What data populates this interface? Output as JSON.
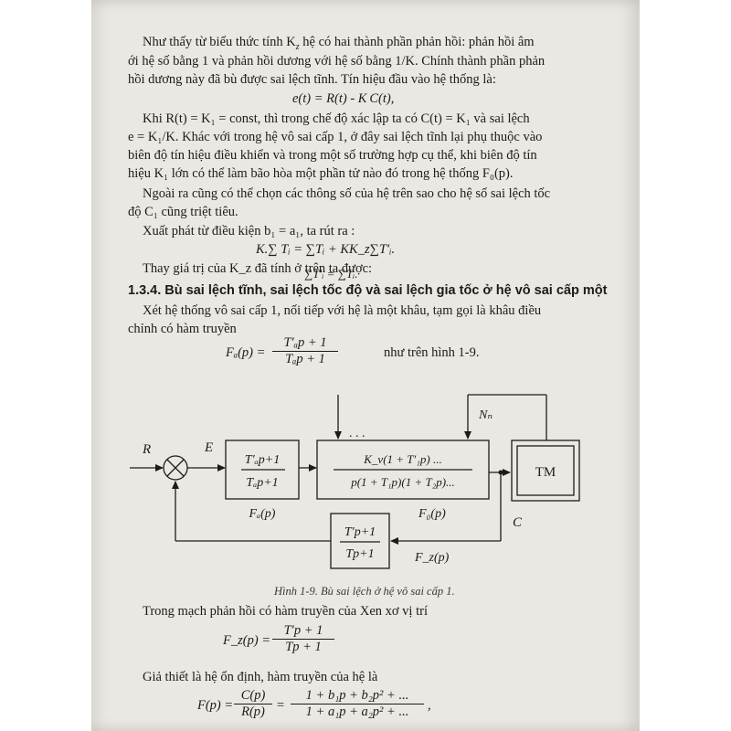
{
  "paragraphs": {
    "p1": [
      "Như thấy từ biểu thức tính K",
      "ới hệ số bằng 1 và phản hồi dương với hệ số bằng 1/K. Chính thành phần phản",
      "hồi dương này đã bù được sai lệch tĩnh. Tín hiệu đầu vào hệ thống là:"
    ],
    "p1_tail": "hệ có hai thành phần phản hồi: phản hồi âm",
    "eq1": "e(t)  =  R(t) - K C(t),",
    "p2": [
      "Khi R(t) = K₁ = const, thì trong chế độ xác lập ta có C(t) = K₁ và sai lệch",
      "e = K₁/K. Khác với trong hệ vô sai cấp 1, ở đây sai lệch tĩnh lại phụ thuộc vào",
      "biên độ tín hiệu điều khiển và trong một số trường hợp cụ thể, khi biên độ tín",
      "hiệu K₁ lớn có thể làm bão hòa một phần tử nào đó trong hệ thống F₀(p)."
    ],
    "p3": [
      "Ngoài ra cũng có thể chọn các thông số của hệ trên sao cho hệ số sai lệch tốc",
      "độ C₁ cũng triệt tiêu."
    ],
    "p4": "Xuất phát từ điều kiện b₁ = a₁, ta rút ra :",
    "eq2": "K.∑ Tᵢ  =  ∑Tᵢ  +  KK_z∑T′ᵢ.",
    "p5": "Thay giá trị của K_z đã tính ở trên ta được:",
    "eq3": "∑T′ᵢ  =  ∑Tᵢ.",
    "p6": [
      "Xét hệ thống vô sai cấp 1, nối tiếp với hệ là một khâu, tạm gọi là khâu điều",
      "chỉnh có hàm truyền"
    ],
    "p6_after": "như trên hình 1-9.",
    "p7": "Trong mạch phản hồi có hàm truyền của Xen xơ vị trí",
    "p8": "Giả thiết là hệ ổn định, hàm truyền của hệ là"
  },
  "section_heading": "1.3.4. Bù sai lệch tĩnh, sai lệch tốc độ và sai lệch gia tốc ở hệ vô sai cấp một",
  "formulas": {
    "Fa_lhs": "Fₐ(p) =",
    "Fa_num": "T′ₐp + 1",
    "Fa_den": "Tₐp + 1",
    "Fz_lhs": "F_z(p) =",
    "Fz_num": "T′p + 1",
    "Fz_den": "Tp + 1",
    "F_lhs": "F(p) =",
    "F_mid_num": "C(p)",
    "F_mid_den": "R(p)",
    "F_num": "1 + b₁p + b₂p² + ...",
    "F_den": "1 + a₁p + a₂p² + ...",
    "F_tail": ","
  },
  "diagram": {
    "label_R": "R",
    "label_E": "E",
    "label_C": "C",
    "label_Nn": "Nₙ",
    "dots": ". . .",
    "fa_num": "T′ₐp+1",
    "fa_den": "Tₐp+1",
    "fa_label": "Fₐ(p)",
    "f0_num": "K_v(1 + T′₁p) ...",
    "f0_den": "p(1 + T₁p)(1 + T₂p)...",
    "f0_label": "F₀(p)",
    "tm": "TM",
    "fz_num": "T′p+1",
    "fz_den": "Tp+1",
    "fz_label": "F_z(p)"
  },
  "caption": "Hình 1-9. Bù sai lệch ở hệ vô sai cấp 1."
}
